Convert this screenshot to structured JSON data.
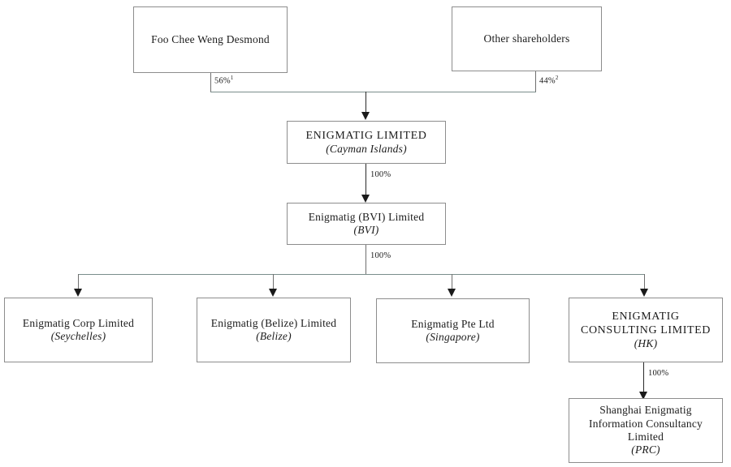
{
  "diagram": {
    "title": "Enigmatig Limited group corporate structure chart",
    "type": "org-chart",
    "colors": {
      "box_border": "#8d8d8d",
      "connector": "#7a8d8b",
      "arrow": "#1a1a1a",
      "text": "#1c1c1c",
      "background": "#ffffff"
    }
  },
  "nodes": {
    "shareholder_individual": {
      "name": "Foo Chee Weng Desmond",
      "location": ""
    },
    "shareholder_other": {
      "name": "Other shareholders",
      "location": ""
    },
    "parent": {
      "name": "ENIGMATIG LIMITED",
      "location": "(Cayman Islands)"
    },
    "bvi": {
      "name": "Enigmatig (BVI) Limited",
      "location": "(BVI)"
    },
    "seychelles": {
      "name": "Enigmatig Corp Limited",
      "location": "(Seychelles)"
    },
    "belize": {
      "name": "Enigmatig (Belize) Limited",
      "location": "(Belize)"
    },
    "singapore": {
      "name": "Enigmatig Pte Ltd",
      "location": "(Singapore)"
    },
    "hongkong": {
      "name_line1": "ENIGMATIG",
      "name_line2": "CONSULTING LIMITED",
      "location": "(HK)"
    },
    "prc": {
      "name_line1": "Shanghai Enigmatig",
      "name_line2": "Information Consultancy",
      "name_line3": "Limited",
      "location": "(PRC)"
    }
  },
  "edges": {
    "individual_to_parent": {
      "label": "56%",
      "footnote": "1"
    },
    "other_to_parent": {
      "label": "44%",
      "footnote": "2"
    },
    "parent_to_bvi": {
      "label": "100%"
    },
    "bvi_to_subsidiaries": {
      "label": "100%"
    },
    "hongkong_to_prc": {
      "label": "100%"
    }
  }
}
